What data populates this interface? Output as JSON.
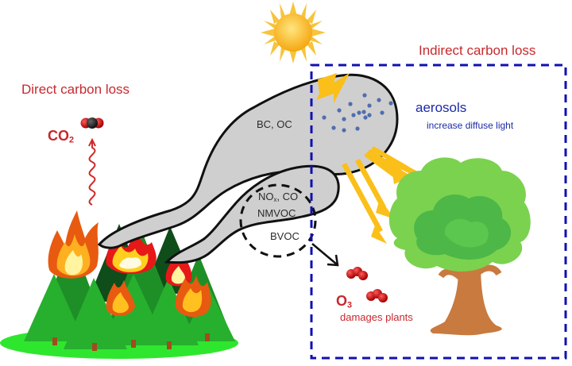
{
  "left_panel": {
    "title": "Direct carbon loss",
    "co2_label_main": "CO",
    "co2_label_sub": "2"
  },
  "right_panel": {
    "title": "Indirect carbon loss",
    "aerosols_label": "aerosols",
    "aerosols_effect": "increase diffuse light",
    "o3_label_main": "O",
    "o3_label_sub": "3",
    "o3_effect": "damages plants"
  },
  "plume": {
    "upper_label": "BC, OC",
    "lower_label_line1_main": "NO",
    "lower_label_line1_sub": "x",
    "lower_label_line1_rest": ", CO",
    "lower_label_line2": "NMVOC",
    "bvoc_label": "BVOC"
  },
  "colors": {
    "title_red": "#c8282d",
    "aerosol_blue": "#1c2aa6",
    "dashed_box_blue": "#1010b0",
    "smoke_gray": "#cfcfcf",
    "sun_orange": "#f5b117",
    "light_arrow": "#fbbf1a",
    "forest_green": "#22a82b",
    "ground_green": "#2fe62f",
    "tree_green": "#58c240",
    "trunk_brown": "#c97a3f"
  }
}
